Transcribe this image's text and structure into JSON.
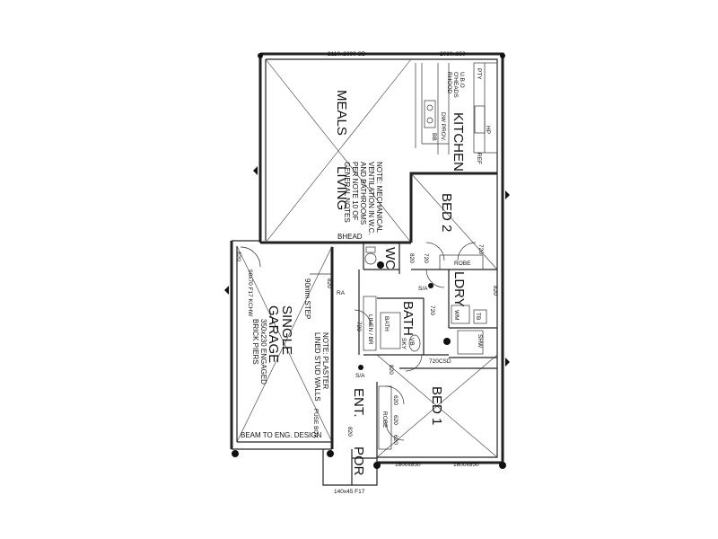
{
  "plan": {
    "rooms": {
      "meals": "MEALS",
      "living": "LIVING",
      "kitchen": "KITCHEN",
      "bed2": "BED 2",
      "wc": "WC",
      "ldry": "LDRY",
      "bath": "BATH",
      "bed1": "BED 1",
      "ent": "ENT.",
      "por": "POR",
      "single": "SINGLE",
      "garage": "GARAGE"
    },
    "notes": {
      "mech_1": "NOTE: MECHANICAL",
      "mech_2": "VENTILATION IN W.C.",
      "mech_3": "AND BATHROOMS",
      "mech_4": "PER NOTE 10 OF",
      "mech_5": "GENERAL NOTES",
      "plaster_1": "NOTE: PLASTER",
      "plaster_2": "LINED STUD WALLS",
      "brick_1": "350x230 ENGAGED",
      "brick_2": "BRICK PIERS",
      "step": "90mm STEP",
      "kitchen_1": "U.B.O",
      "kitchen_2": "O'HEADS",
      "kitchen_3": "RHOOD",
      "kitchen_4": "DW PROV."
    },
    "dims": {
      "top_window": "2110x2690 SD",
      "top_right": "2030x850",
      "bottom_1": "1800x850",
      "bottom_2": "1800x850",
      "csd": "720CSD",
      "kchw": "90x70 F17 KCHW",
      "porch_beam": "140x45 F17",
      "beam": "BEAM TO ENG. DESIGN",
      "bhead": "BHEAD",
      "robe_top": "ROBE",
      "robe_bottom": "ROBE",
      "linen": "LINEN / BR",
      "fuse": "FUSE BOX",
      "ra": "RA",
      "ref": "REF",
      "pty": "PTY",
      "bb": "BB",
      "wm": "WM",
      "tb": "TB",
      "shw": "SHW",
      "bath_fix": "BATH",
      "skyl": "SKY",
      "vb": "VB",
      "sa_1": "S/A",
      "sa_2": "S/A",
      "hp": "HP",
      "d820_a": "820",
      "d820_b": "820",
      "d820_c": "820",
      "d820_d": "820",
      "d820_e": "820",
      "d820_f": "820",
      "d720_a": "720",
      "d720_b": "720",
      "d720_c": "720",
      "d720_d": "720",
      "d620_a": "620",
      "d620_b": "620",
      "d620_c": "620"
    }
  }
}
